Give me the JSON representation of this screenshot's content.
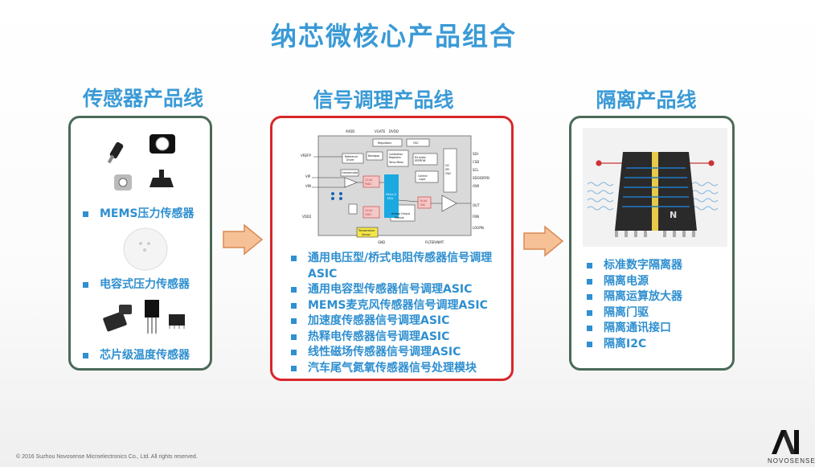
{
  "title": "纳芯微核心产品组合",
  "columns": {
    "sensor": {
      "title": "传感器产品线",
      "items": [
        "MEMS压力传感器",
        "电容式压力传感器",
        "芯片级温度传感器"
      ]
    },
    "signal": {
      "title": "信号调理产品线",
      "items": [
        "通用电压型/桥式电阻传感器信号调理ASIC",
        "通用电容型传感器信号调理ASIC",
        "MEMS麦克风传感器信号调理ASIC",
        "加速度传感器信号调理ASIC",
        "热释电传感器信号调理ASIC",
        "线性磁场传感器信号调理ASIC",
        "汽车尾气氮氧传感器信号处理模块"
      ],
      "diagram": {
        "pins_top": [
          "AVDD",
          "VGATE",
          "DVDD"
        ],
        "pins_left": [
          "VREFP",
          "VIP",
          "VIN",
          "VDD2"
        ],
        "pins_right": [
          "SDI",
          "CSB",
          "SCL",
          "SDO/DRYB",
          "OWI",
          "OUT",
          "FBN",
          "LOOPN"
        ],
        "pins_bottom": [
          "GND",
          "FILTER/NMT"
        ],
        "blocks": [
          "Regulators",
          "OSC",
          "Reference Driver",
          "Bandgap",
          "Calibration Registers",
          "Temperature Measurement",
          "EEPROM",
          "Control Logic",
          "I2C SPI OWI",
          "Filters & MCU",
          "24-bit PADC",
          "24-bit TADC",
          "16-bit DAC",
          "Analog Output Module",
          "Temperature Sensor",
          "Output Buffer"
        ]
      }
    },
    "isolation": {
      "title": "隔离产品线",
      "items": [
        "标准数字隔离器",
        "隔离电源",
        "隔离运算放大器",
        "隔离门驱",
        "隔离通讯接口",
        "隔离I2C"
      ]
    }
  },
  "footer": "© 2016 Suzhou Novosense Microelectronics Co., Ltd.  All rights reserved.",
  "logo": "NOVOSENSE",
  "colors": {
    "accent": "#3a9ad6",
    "green_border": "#4a6a58",
    "red_border": "#d8262a",
    "arrow": "#f3b681"
  }
}
